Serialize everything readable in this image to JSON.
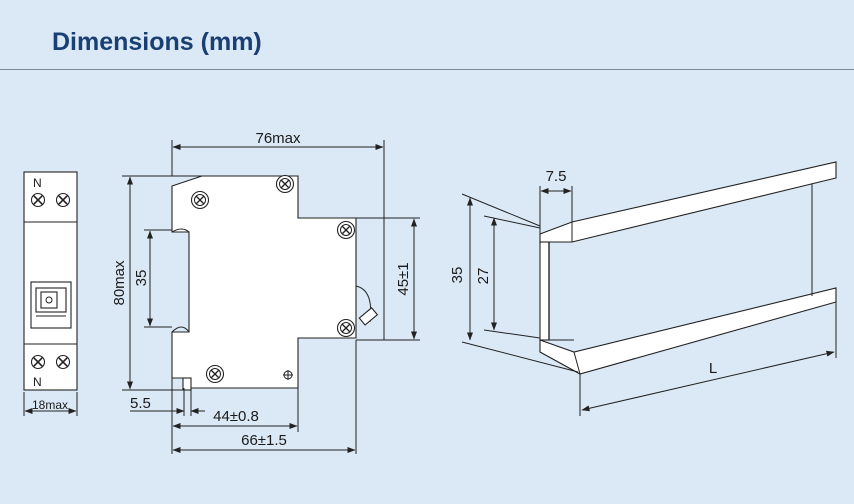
{
  "header": {
    "title": "Dimensions (mm)"
  },
  "front_view": {
    "top_terminal": "N",
    "bottom_terminal": "N",
    "width_label": "18max"
  },
  "side_view": {
    "width_label": "76max",
    "height_label": "80max",
    "inner_height_label": "35",
    "right_height_label": "45±1",
    "rail_offset_label": "5.5",
    "base_width_label": "44±0.8",
    "overall_width_label": "66±1.5"
  },
  "rail_view": {
    "flange_label": "7.5",
    "height_label": "35",
    "inner_height_label": "27",
    "length_label": "L"
  },
  "colors": {
    "background": "#dbe9f6",
    "title": "#1a3f73"
  }
}
